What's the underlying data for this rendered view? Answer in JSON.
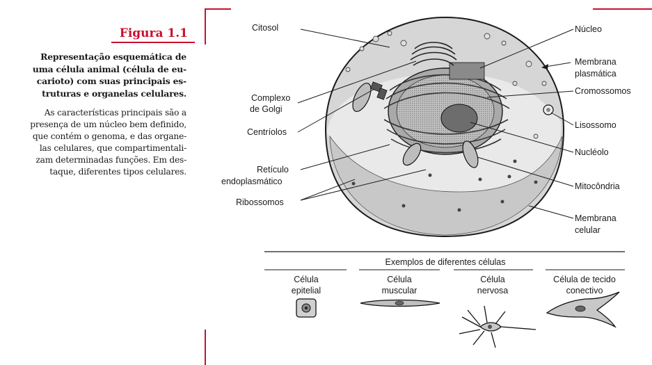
{
  "figure": {
    "title": "Figura 1.1",
    "caption_bold": [
      "Representação esquemática de",
      "uma célula animal (célula de eu-",
      "carioto) com suas principais es-",
      "truturas e organelas celulares."
    ],
    "caption_body": [
      "As características principais são a",
      "presença de um núcleo bem definido,",
      "que contém o genoma, e das organe-",
      "las celulares, que compartimentali-",
      "zam determinadas funções. Em des-",
      "taque, diferentes tipos celulares."
    ]
  },
  "labels": {
    "citosol": "Citosol",
    "golgi_1": "Complexo",
    "golgi_2": "de Golgi",
    "centriolos": "Centríolos",
    "reticulo_1": "Retículo",
    "reticulo_2": "endoplasmático",
    "ribossomos": "Ribossomos",
    "nucleo": "Núcleo",
    "membrana_plasmatica_1": "Membrana",
    "membrana_plasmatica_2": "plasmática",
    "cromossomos": "Cromossomos",
    "lisossomo": "Lisossomo",
    "nucleolo": "Nucléolo",
    "mitocondria": "Mitocôndria",
    "membrana_celular_1": "Membrana",
    "membrana_celular_2": "celular"
  },
  "examples": {
    "heading": "Exemplos de diferentes células",
    "epitelial_1": "Célula",
    "epitelial_2": "epitelial",
    "muscular_1": "Célula",
    "muscular_2": "muscular",
    "nervosa_1": "Célula",
    "nervosa_2": "nervosa",
    "conectivo_1": "Célula de tecido",
    "conectivo_2": "conectivo"
  }
}
